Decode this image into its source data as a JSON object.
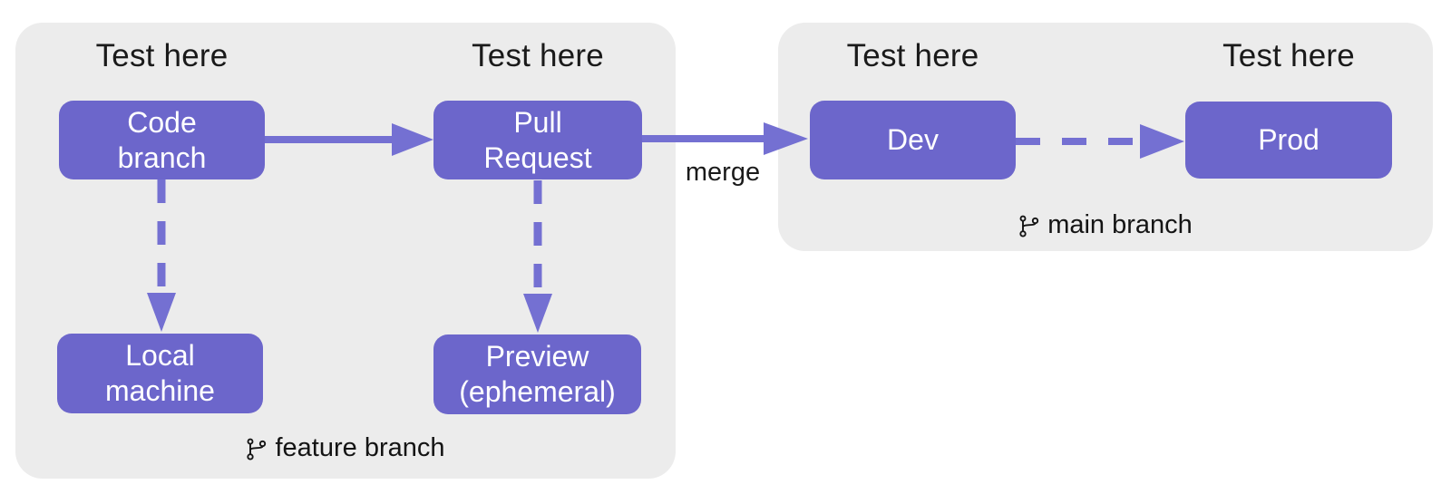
{
  "test_labels": [
    "Test here",
    "Test here",
    "Test here",
    "Test here"
  ],
  "nodes": {
    "code_branch": "Code\nbranch",
    "pull_request": "Pull\nRequest",
    "dev": "Dev",
    "prod": "Prod",
    "local_machine": "Local\nmachine",
    "preview": "Preview\n(ephemeral)"
  },
  "edge_labels": {
    "merge": "merge"
  },
  "panels": {
    "feature": {
      "branch_label": "feature branch"
    },
    "main": {
      "branch_label": "main branch"
    }
  },
  "icons": {
    "git_branch": "git-branch-icon"
  },
  "colors": {
    "node_fill": "#6c66cb",
    "arrow": "#7470d2",
    "panel_bg": "#ececec",
    "node_text": "#ffffff",
    "label_text": "#1a1a1a"
  }
}
